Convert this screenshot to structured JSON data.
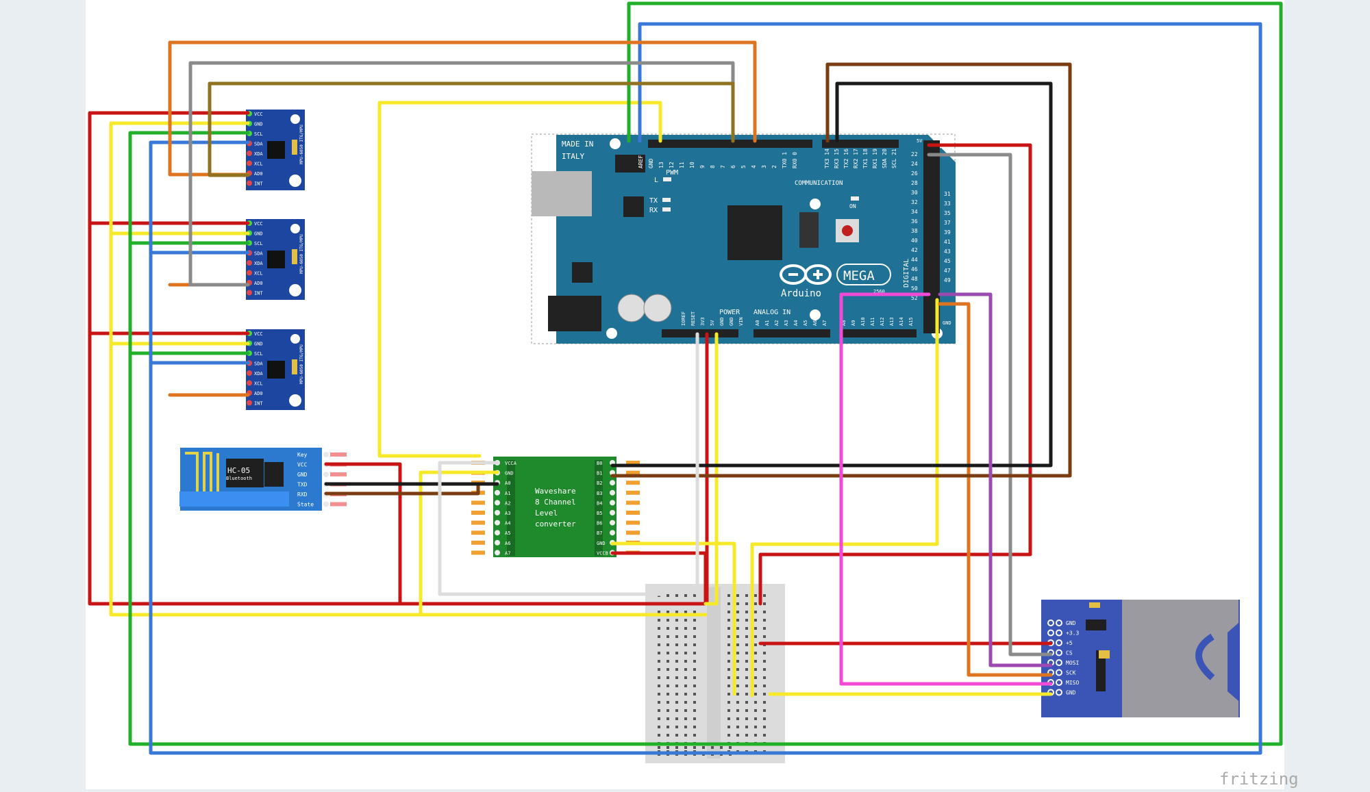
{
  "watermark": "fritzing",
  "arduino": {
    "made_in": "MADE IN",
    "italy": "ITALY",
    "pwm": "PWM",
    "communication": "COMMUNICATION",
    "led_l": "L",
    "led_tx": "TX",
    "led_rx": "RX",
    "led_on": "ON",
    "power": "POWER",
    "analog_in": "ANALOG IN",
    "digital": "DIGITAL",
    "brand": "Arduino",
    "model": "MEGA",
    "model_num": "2560",
    "top_header_pins": [
      "AREF",
      "GND",
      "13",
      "12",
      "11",
      "10",
      "9",
      "8",
      "7",
      "6",
      "5",
      "4",
      "3",
      "2",
      "TX0 1",
      "RX0 0",
      "TX3 14",
      "RX3 15",
      "TX2 16",
      "RX2 17",
      "TX1 18",
      "RX1 19",
      "SDA 20",
      "SCL 21"
    ],
    "power_pins": [
      "IOREF",
      "RESET",
      "3V3",
      "5V",
      "GND",
      "GND",
      "VIN"
    ],
    "analog_pins": [
      "A0",
      "A1",
      "A2",
      "A3",
      "A4",
      "A5",
      "A6",
      "A7",
      "A8",
      "A9",
      "A10",
      "A11",
      "A12",
      "A13",
      "A14",
      "A15"
    ],
    "right_pins_left": [
      "22",
      "24",
      "26",
      "28",
      "30",
      "32",
      "34",
      "36",
      "38",
      "40",
      "42",
      "44",
      "46",
      "48",
      "50",
      "52"
    ],
    "right_pins_right": [
      "31",
      "33",
      "35",
      "37",
      "39",
      "41",
      "43",
      "45",
      "47",
      "49"
    ],
    "label_5v": "5V",
    "label_gnd": "GND"
  },
  "mpu": {
    "pins": [
      "VCC",
      "GND",
      "SCL",
      "SDA",
      "XDA",
      "XCL",
      "AD0",
      "INT"
    ],
    "side_label": "MPU-6050 ITG/MPU"
  },
  "hc05": {
    "title": "HC-05",
    "subtitle": "Bluetooth",
    "pins": [
      "Key",
      "VCC",
      "GND",
      "TXD",
      "RXD",
      "State"
    ]
  },
  "level_converter": {
    "lines": [
      "Waveshare",
      "8 Channel",
      "Level",
      "converter"
    ],
    "left_pins": [
      "VCCA",
      "GND",
      "A0",
      "A1",
      "A2",
      "A3",
      "A4",
      "A5",
      "A6",
      "A7"
    ],
    "right_pins": [
      "B0",
      "B1",
      "B2",
      "B3",
      "B4",
      "B5",
      "B6",
      "B7",
      "GND",
      "VCCB"
    ]
  },
  "sd_module": {
    "pins": [
      "GND",
      "+3.3",
      "+5",
      "CS",
      "MOSI",
      "SCK",
      "MISO",
      "GND"
    ]
  },
  "colors": {
    "red": "#c81414",
    "black": "#1a1a1a",
    "yellow": "#f5e92a",
    "green": "#22b02a",
    "blue": "#3a78d8",
    "orange": "#de7420",
    "gray": "#8a8a8a",
    "olive": "#8f7320",
    "brown": "#7a3c10",
    "magenta": "#f04ad6",
    "purple": "#9a4ab0",
    "white": "#dcdcdc",
    "arduino_blue": "#1f7196",
    "mpu_blue": "#1d46a0",
    "hc05_blue": "#2b7ad0",
    "converter_green": "#1f8a2c",
    "sd_blue": "#3b55b6"
  }
}
